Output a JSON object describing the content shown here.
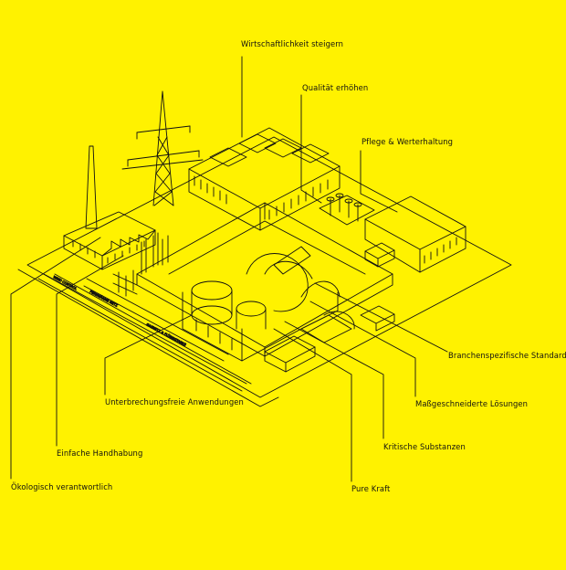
{
  "background_color": "#fff200",
  "line_color": "#111111",
  "labels": {
    "wirtschaftlichkeit": "Wirtschaftlichkeit steigern",
    "qualitaet": "Qualität erhöhen",
    "pflege": "Pflege & Werterhaltung",
    "branchenspezifisch": "Branchenspezifische Standards",
    "unterbrechungsfrei": "Unterbrechungsfreie Anwendungen",
    "massgeschneidert": "Maßgeschneiderte Lösungen",
    "kritische": "Kritische Substanzen",
    "einfache": "Einfache Handhabung",
    "oekologisch": "Ökologisch verantwortlich",
    "pure_kraft": "Pure Kraft"
  },
  "road_text": {
    "a": "WIND CONTROL",
    "b": "FERNWÄRME NETZ",
    "c": "GASNETZ & FLÜSSIGTANKS"
  },
  "icons": {
    "power_plant": "power-plant-icon",
    "pylon": "power-pylon-icon",
    "office": "office-building-icon",
    "warehouse": "warehouse-icon",
    "tanks": "tank-cluster-icon",
    "truck": "truck-icon"
  }
}
